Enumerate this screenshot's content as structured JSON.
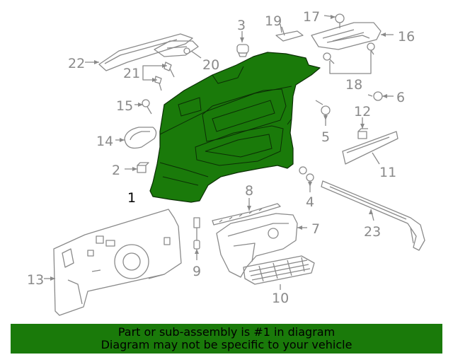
{
  "colors": {
    "highlight": "#1a7a0a",
    "line": "#8a8a8a",
    "active_label": "#000000"
  },
  "callouts": [
    {
      "id": "1",
      "active": true
    },
    {
      "id": "2"
    },
    {
      "id": "3"
    },
    {
      "id": "4"
    },
    {
      "id": "5"
    },
    {
      "id": "6"
    },
    {
      "id": "7"
    },
    {
      "id": "8"
    },
    {
      "id": "9"
    },
    {
      "id": "10"
    },
    {
      "id": "11"
    },
    {
      "id": "12"
    },
    {
      "id": "13"
    },
    {
      "id": "14"
    },
    {
      "id": "15"
    },
    {
      "id": "16"
    },
    {
      "id": "17"
    },
    {
      "id": "18"
    },
    {
      "id": "19"
    },
    {
      "id": "20"
    },
    {
      "id": "21"
    },
    {
      "id": "22"
    },
    {
      "id": "23"
    }
  ],
  "banner": {
    "line1": "Part or sub-assembly is #1 in diagram",
    "line2": "Diagram may not be specific to your vehicle"
  }
}
